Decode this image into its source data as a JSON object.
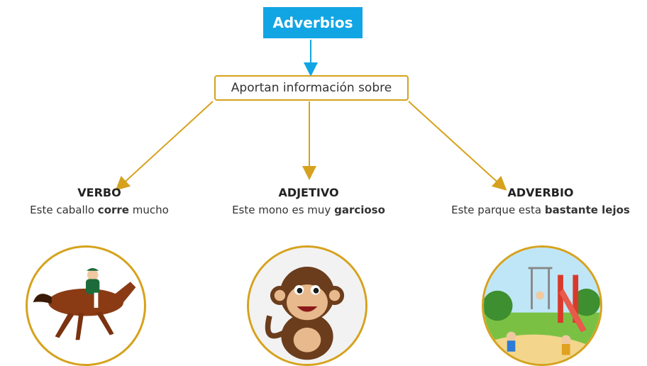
{
  "title": "Adverbios",
  "subtitle": "Aportan información sobre",
  "columns": [
    {
      "heading": "VERBO",
      "sentence_pre": "Este caballo",
      "sentence_bold": "corre",
      "sentence_post": "mucho",
      "image": "racehorse-jockey-illustration"
    },
    {
      "heading": "ADJETIVO",
      "sentence_pre": "Este mono es muy",
      "sentence_bold": "garcioso",
      "sentence_post": "",
      "image": "cartoon-monkey-illustration"
    },
    {
      "heading": "ADVERBIO",
      "sentence_pre": "Este parque esta",
      "sentence_bold": "bastante lejos",
      "sentence_post": "",
      "image": "playground-park-illustration"
    }
  ],
  "colors": {
    "title_bg": "#12a5e3",
    "accent": "#d6a21d",
    "arrow_blue": "#12a5e3"
  }
}
